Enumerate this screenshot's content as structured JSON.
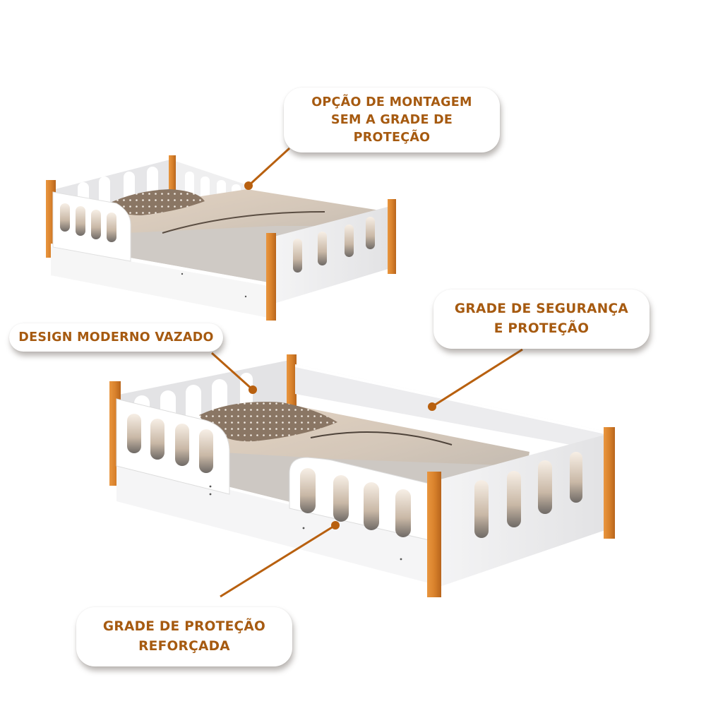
{
  "colors": {
    "accent_text": "#a65a10",
    "pointer": "#b8600f",
    "wood": "#d9832e",
    "wood_dark": "#b5621a",
    "panel_white": "#ffffff",
    "panel_shade": "#e9e9ea",
    "bedding": "#d9cfc4",
    "pillow": "#8c7a6a"
  },
  "callouts": {
    "montagem": {
      "lines": [
        "OPÇÃO DE MONTAGEM",
        "SEM A GRADE DE",
        "PROTEÇÃO"
      ]
    },
    "seguranca": {
      "lines": [
        "GRADE DE SEGURANÇA",
        "E PROTEÇÃO"
      ]
    },
    "design": {
      "lines": [
        "DESIGN MODERNO VAZADO"
      ]
    },
    "reforcada": {
      "lines": [
        "GRADE DE PROTEÇÃO",
        "REFORÇADA"
      ]
    }
  },
  "products": [
    {
      "name": "bed-without-guard-rail",
      "position": "top"
    },
    {
      "name": "bed-with-guard-rail",
      "position": "bottom"
    }
  ]
}
